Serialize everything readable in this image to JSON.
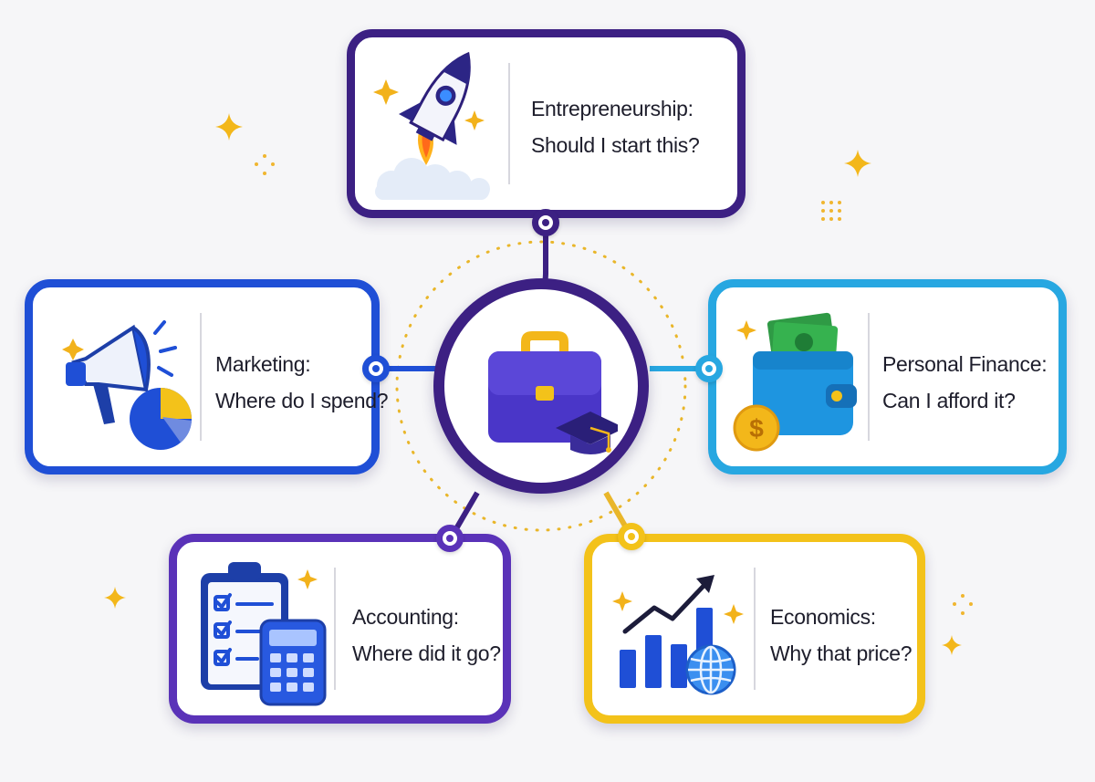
{
  "colors": {
    "purple": "#3c2083",
    "blue": "#1f4fd6",
    "sky": "#27a7e1",
    "violet": "#5a32b8",
    "gold": "#f3c21a"
  },
  "hub": {
    "icon": "briefcase-graduation-cap-icon"
  },
  "cards": {
    "entrepreneurship": {
      "title": "Entrepreneurship:",
      "question": "Should I start this?",
      "icon": "rocket-icon"
    },
    "marketing": {
      "title": "Marketing:",
      "question": "Where do I spend?",
      "icon": "megaphone-pie-chart-icon"
    },
    "personal_finance": {
      "title": "Personal Finance:",
      "question": "Can I afford it?",
      "icon": "wallet-cash-icon"
    },
    "accounting": {
      "title": "Accounting:",
      "question": "Where did it go?",
      "icon": "clipboard-calculator-icon"
    },
    "economics": {
      "title": "Economics:",
      "question": "Why that price?",
      "icon": "growth-chart-globe-icon"
    }
  }
}
